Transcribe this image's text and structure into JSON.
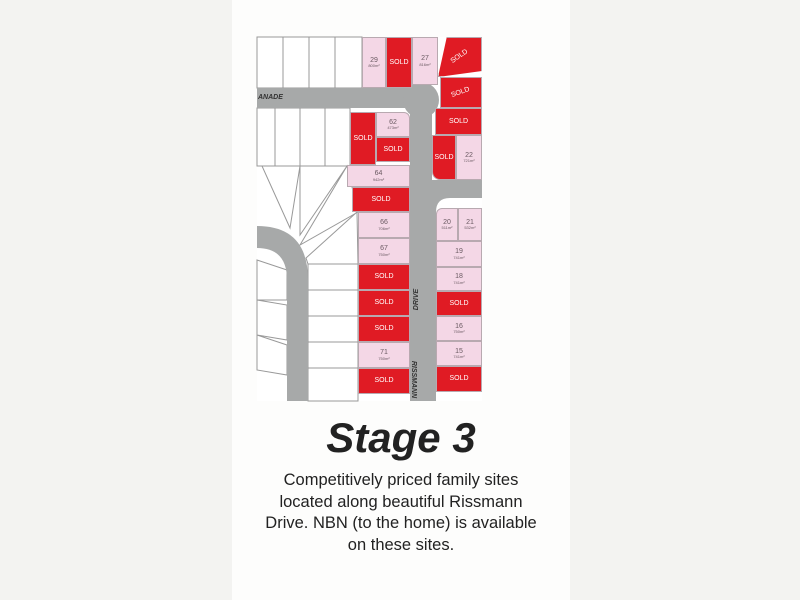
{
  "stage_title": "Stage 3",
  "description": [
    "Competitively priced family sites",
    "located along beautiful Rissmann",
    "Drive. NBN (to the home) is available",
    "on these sites."
  ],
  "colors": {
    "sold": "#e01b24",
    "available": "#f4d7e6",
    "road": "#a7a9a9"
  },
  "roads": {
    "esplanade": "ANADE",
    "rissmann_top": "DRIVE",
    "rissmann_bottom": "RISSMANN"
  },
  "sold_label": "SOLD",
  "lots": {
    "l29": {
      "num": "29",
      "area": "800m²"
    },
    "l27": {
      "num": "27",
      "area": "816m²"
    },
    "l62": {
      "num": "62",
      "area": "473m²"
    },
    "l22": {
      "num": "22",
      "area": "721m²"
    },
    "l64": {
      "num": "64",
      "area": "942m²"
    },
    "l66": {
      "num": "66",
      "area": "706m²"
    },
    "l67": {
      "num": "67",
      "area": "750m²"
    },
    "l20": {
      "num": "20",
      "area": "511m²"
    },
    "l21": {
      "num": "21",
      "area": "532m²"
    },
    "l19": {
      "num": "19",
      "area": "741m²"
    },
    "l18": {
      "num": "18",
      "area": "741m²"
    },
    "l16": {
      "num": "16",
      "area": "750m²"
    },
    "l71": {
      "num": "71",
      "area": "750m²"
    },
    "l15": {
      "num": "15",
      "area": "741m²"
    }
  }
}
